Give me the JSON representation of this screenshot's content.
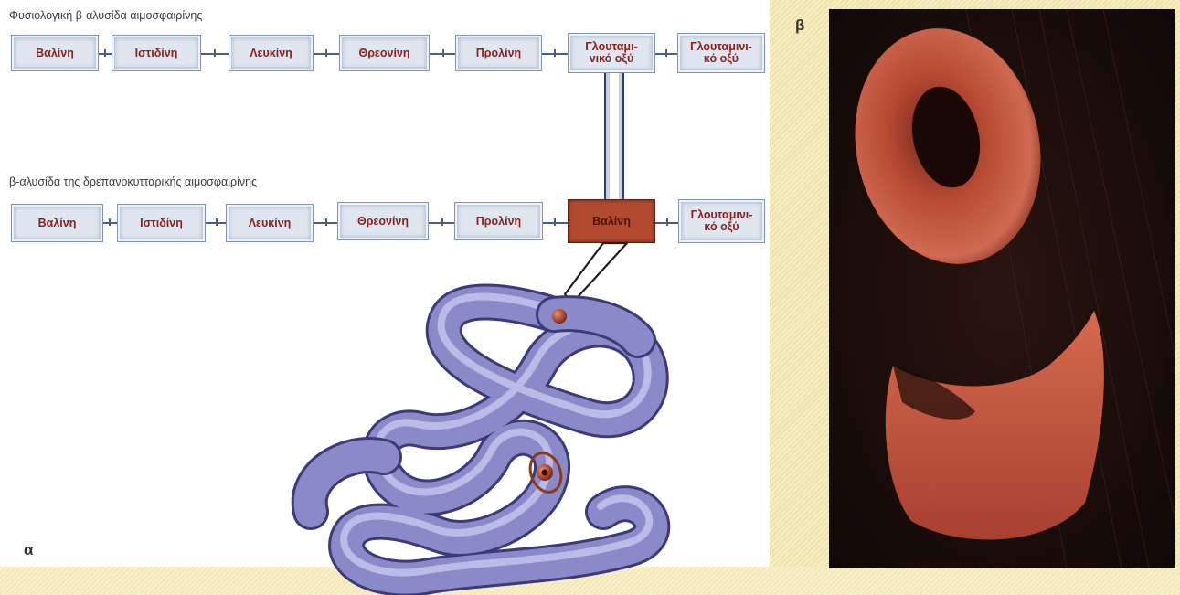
{
  "normal_chain": {
    "title": "Φυσιολογική β-αλυσίδα αιμοσφαιρίνης",
    "amino_acids": [
      "Βαλίνη",
      "Ιστιδίνη",
      "Λευκίνη",
      "Θρεονίνη",
      "Προλίνη",
      "Γλουταμι-\nνικό οξύ",
      "Γλουταμινι-\nκό οξύ"
    ]
  },
  "sickle_chain": {
    "title": "β-αλυσίδα της δρεπανοκυτταρικής αιμοσφαιρίνης",
    "amino_acids": [
      "Βαλίνη",
      "Ιστιδίνη",
      "Λευκίνη",
      "Θρεονίνη",
      "Προλίνη",
      "Βαλίνη",
      "Γλουταμινι-\nκό οξύ"
    ],
    "mutated_index": 5
  },
  "labels": {
    "panel_a": "α",
    "panel_b": "β"
  },
  "colors": {
    "box_fill": "#dfe6ef",
    "box_text": "#8a2020",
    "mutated_fill": "#b24a30",
    "protein": "#8a8ac8",
    "cell": "#c25840"
  }
}
